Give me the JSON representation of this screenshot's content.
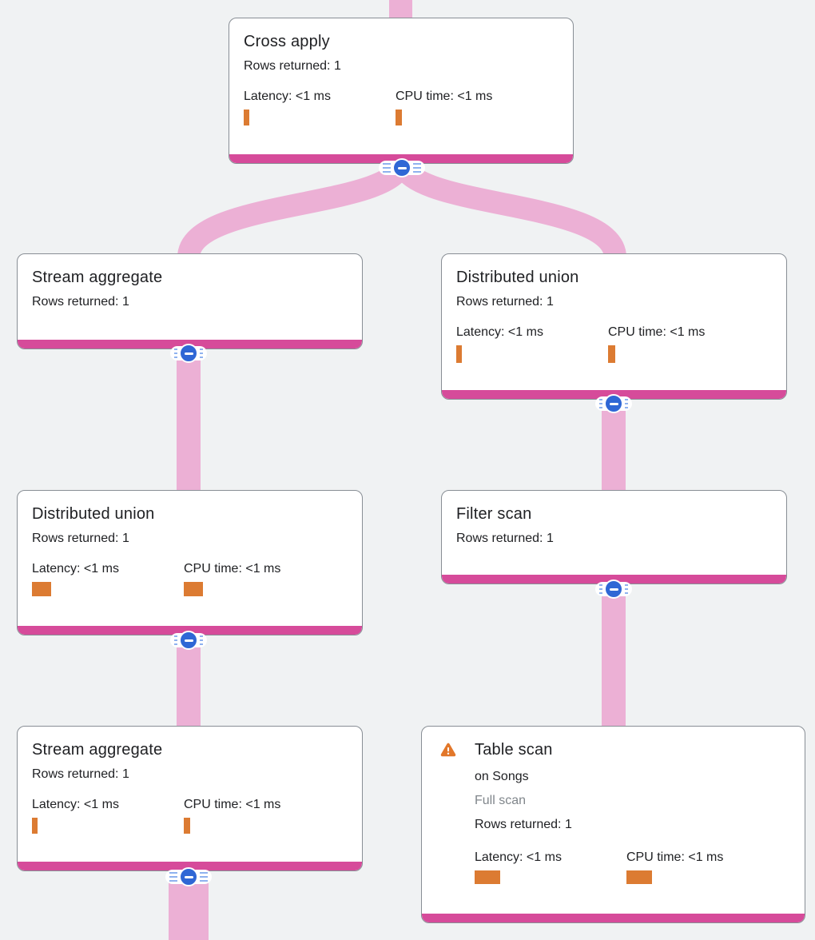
{
  "colors": {
    "background": "#f0f2f3",
    "card_border": "#888e95",
    "accent_magenta": "#d64b9a",
    "link_pink": "#ecb0d5",
    "button_blue": "#2f67d5",
    "stripe_blue": "#8fb2ef",
    "bar_orange": "#dc7b32",
    "warning_orange": "#e2772a",
    "title_text": "#202124",
    "muted_text": "#80868b"
  },
  "nodes": [
    {
      "id": "cross-apply",
      "title": "Cross apply",
      "rows": "Rows returned: 1",
      "latency": "Latency: <1 ms",
      "cpu": "CPU time: <1 ms",
      "latency_bar": {
        "w": 7,
        "h": 20
      },
      "cpu_bar": {
        "w": 8,
        "h": 20
      }
    },
    {
      "id": "stream-aggregate-top",
      "title": "Stream aggregate",
      "rows": "Rows returned: 1"
    },
    {
      "id": "distributed-union-right",
      "title": "Distributed union",
      "rows": "Rows returned: 1",
      "latency": "Latency: <1 ms",
      "cpu": "CPU time: <1 ms",
      "latency_bar": {
        "w": 7,
        "h": 22
      },
      "cpu_bar": {
        "w": 9,
        "h": 22
      }
    },
    {
      "id": "distributed-union-left",
      "title": "Distributed union",
      "rows": "Rows returned: 1",
      "latency": "Latency: <1 ms",
      "cpu": "CPU time: <1 ms",
      "latency_bar": {
        "w": 24,
        "h": 18
      },
      "cpu_bar": {
        "w": 24,
        "h": 18
      }
    },
    {
      "id": "filter-scan",
      "title": "Filter scan",
      "rows": "Rows returned: 1"
    },
    {
      "id": "stream-aggregate-bottom",
      "title": "Stream aggregate",
      "rows": "Rows returned: 1",
      "latency": "Latency: <1 ms",
      "cpu": "CPU time: <1 ms",
      "latency_bar": {
        "w": 7,
        "h": 20
      },
      "cpu_bar": {
        "w": 8,
        "h": 20
      }
    },
    {
      "id": "table-scan",
      "title": "Table scan",
      "warning_icon": "warning-triangle",
      "subtitle": "on Songs",
      "scan_type": "Full scan",
      "rows": "Rows returned: 1",
      "latency": "Latency: <1 ms",
      "cpu": "CPU time: <1 ms",
      "latency_bar": {
        "w": 32,
        "h": 17
      },
      "cpu_bar": {
        "w": 32,
        "h": 17
      }
    }
  ]
}
